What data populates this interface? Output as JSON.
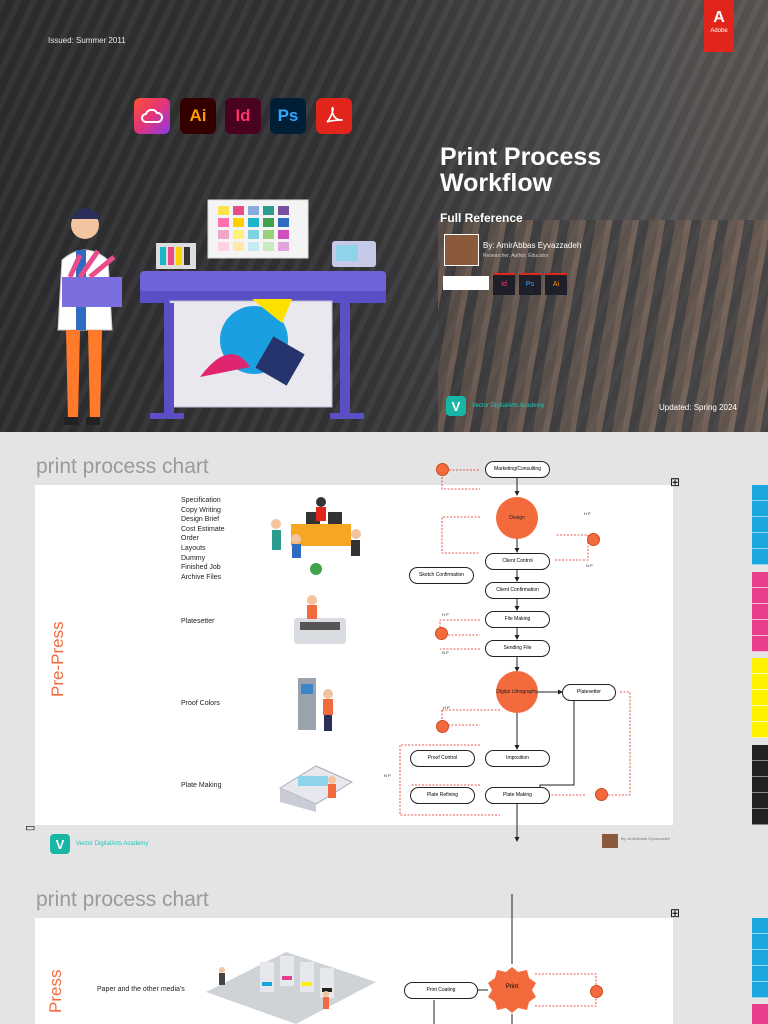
{
  "cover": {
    "issued": "Issued: Summer 2011",
    "adobe_label": "Adobe",
    "apps": [
      {
        "name": "creative-cloud",
        "label": "",
        "color": "#e2347a"
      },
      {
        "name": "illustrator",
        "label": "Ai",
        "color": "#330000",
        "text": "#ff9a00"
      },
      {
        "name": "indesign",
        "label": "Id",
        "color": "#49021f",
        "text": "#ff3366"
      },
      {
        "name": "photoshop",
        "label": "Ps",
        "color": "#001e36",
        "text": "#31a8ff"
      },
      {
        "name": "acrobat",
        "label": "",
        "color": "#e1251b"
      }
    ],
    "title": "Print Process Workflow",
    "subtitle": "Full Reference",
    "author": "By: AmirAbbas Eyvazzadeh",
    "author_role": "Researcher, Author, Educator",
    "academy": "Vector DigitalArts Academy",
    "updated": "Updated:  Spring 2024",
    "badges": [
      "Id",
      "Ps",
      "Ai"
    ]
  },
  "slide1": {
    "heading": "print process chart",
    "section": "Pre-Press",
    "tasks": [
      "Specification",
      "Copy Writing",
      "Design Brief",
      "Cost Estimate",
      "Order",
      "Layouts",
      "Dummy",
      "Finished Job",
      "Archive Files"
    ],
    "labels": {
      "platesetter": "Platesetter",
      "proof": "Proof Colors",
      "plate": "Plate Making"
    },
    "nodes": {
      "marketing": "Marketing/Consulting",
      "design": "Design",
      "client_control": "Client Control",
      "sketch": "Sketch Confirmation",
      "client_confirm": "Client Confirmation",
      "file_making": "File Making",
      "sending": "Sending File",
      "digital": "Digital Lithography",
      "platesetter": "Platesetter",
      "proof": "Proof Control",
      "imposition": "Imposition",
      "plate_refining": "Plate Refining",
      "plate_making": "Plate Making"
    },
    "np": [
      "N P",
      "H P"
    ],
    "footer_academy": "Vector DigitalArts Academy",
    "footer_author": "By: AmirAbbas Eyvazzadeh"
  },
  "slide2": {
    "heading": "print process chart",
    "section": "Press",
    "label": "Paper and the other media's",
    "nodes": {
      "print_coating": "Print Coating",
      "print": "Print"
    }
  },
  "colors": {
    "accent": "#f36a3c",
    "teal": "#17b6a5",
    "adobe": "#e1251b"
  }
}
